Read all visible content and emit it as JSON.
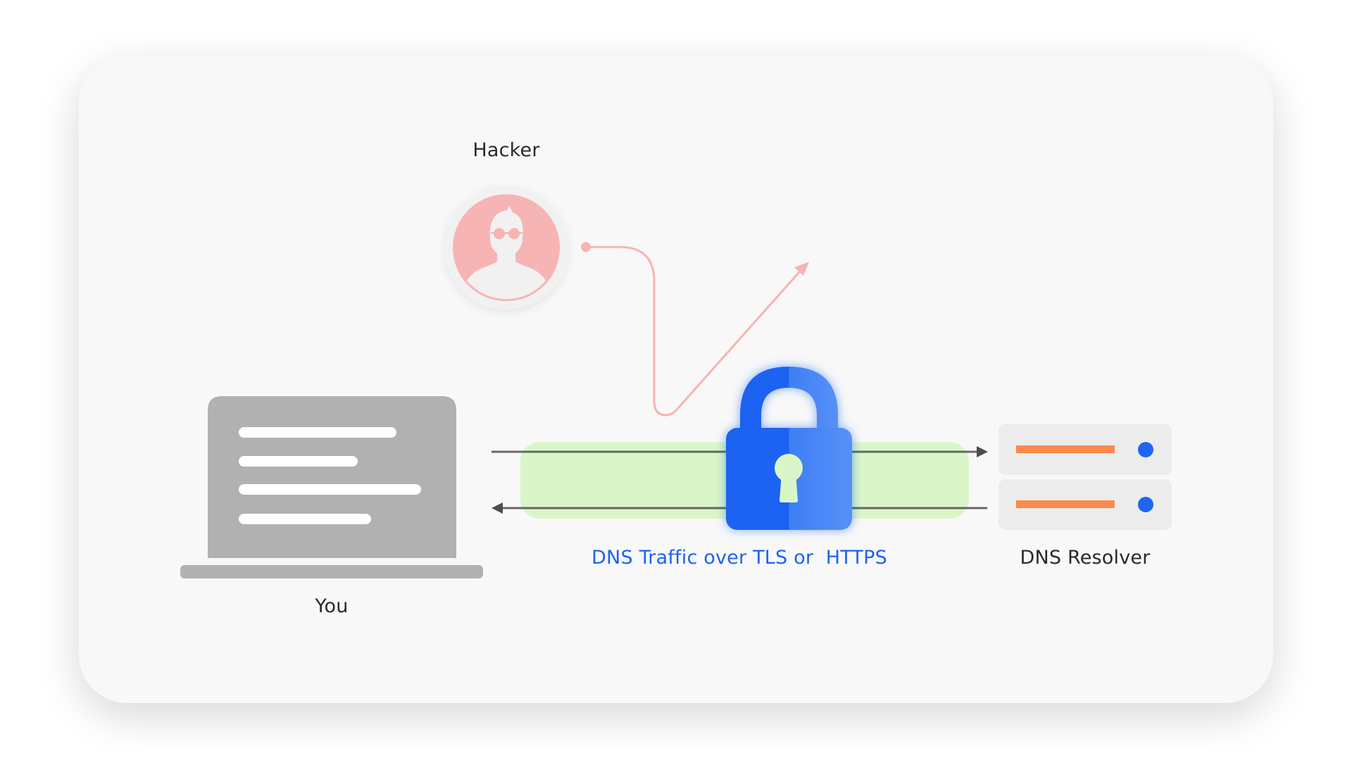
{
  "diagram": {
    "hacker": {
      "label": "Hacker",
      "icon": "hacker-avatar-icon",
      "color": "#f7b4b4"
    },
    "client": {
      "label": "You",
      "icon": "laptop-icon",
      "color": "#b1b1b1"
    },
    "channel": {
      "label": "DNS Traffic over TLS or  HTTPS",
      "icon": "padlock-icon",
      "lock_color": "#1c66f2",
      "tunnel_color": "#daf6c8"
    },
    "resolver": {
      "label": "DNS Resolver",
      "icon": "server-icon",
      "bar_color": "#fa8a4d",
      "dot_color": "#1c66f2"
    }
  }
}
